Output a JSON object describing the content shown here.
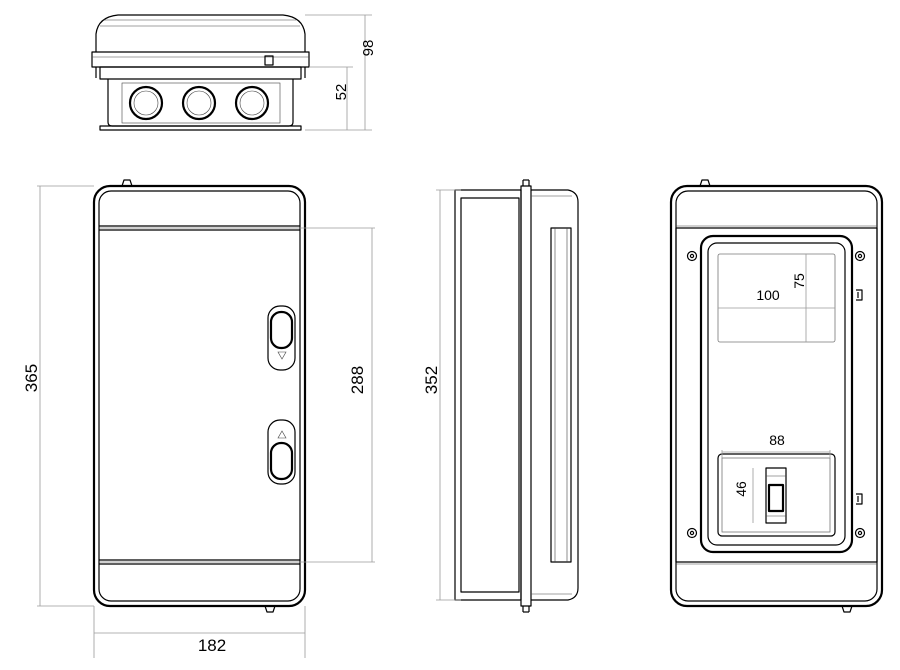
{
  "dimensions": {
    "top_height": "98",
    "top_inner_height": "52",
    "front_height": "365",
    "front_inner_height": "288",
    "front_width": "182",
    "side_height": "352",
    "window_width": "100",
    "window_height": "75",
    "breaker_width": "88",
    "breaker_height": "46"
  }
}
